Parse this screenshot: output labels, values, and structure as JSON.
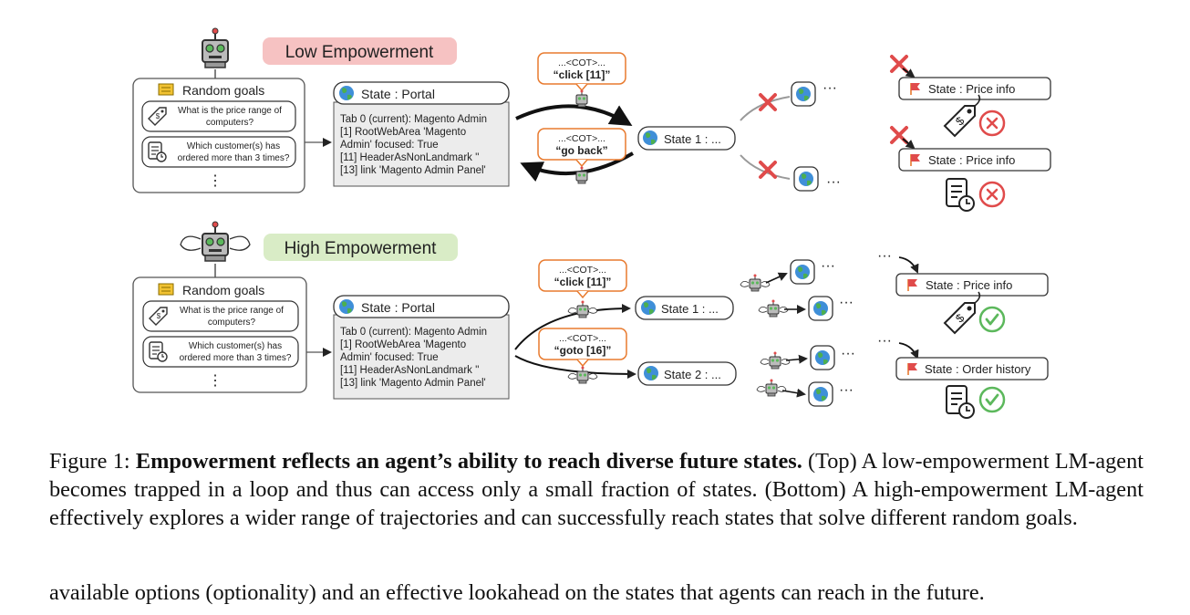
{
  "top": {
    "badge": "Low Empowerment",
    "goals_title": "Random goals",
    "goal1": [
      "What is the price range of",
      "computers?"
    ],
    "goal2": [
      "Which customer(s) has",
      "ordered more than 3 times?"
    ],
    "more": "⋮",
    "state_title": "State : Portal",
    "state_lines": [
      "Tab 0 (current): Magento Admin",
      "[1] RootWebArea 'Magento",
      "Admin' focused: True",
      "[11] HeaderAsNonLandmark ''",
      "[13] link 'Magento Admin Panel'"
    ],
    "cot1_top": "...<COT>...",
    "cot1_action": "“click [11]”",
    "cot2_top": "...<COT>...",
    "cot2_action": "“go back”",
    "state1": "State 1 : ...",
    "dots": "···",
    "target1": "State : Price info",
    "target2": "State : Price info"
  },
  "bottom": {
    "badge": "High Empowerment",
    "goals_title": "Random goals",
    "goal1": [
      "What is the price range of",
      "computers?"
    ],
    "goal2": [
      "Which customer(s) has",
      "ordered more than 3 times?"
    ],
    "more": "⋮",
    "state_title": "State : Portal",
    "state_lines": [
      "Tab 0 (current): Magento Admin",
      "[1] RootWebArea 'Magento",
      "Admin' focused: True",
      "[11] HeaderAsNonLandmark ''",
      "[13] link 'Magento Admin Panel'"
    ],
    "cot1_top": "...<COT>...",
    "cot1_action": "“click [11]”",
    "cot2_top": "...<COT>...",
    "cot2_action": "“goto [16]”",
    "state1": "State 1 : ...",
    "state2": "State 2 : ...",
    "dots": "···",
    "target1": "State : Price info",
    "target2": "State : Order history"
  },
  "caption": {
    "prefix": "Figure 1:",
    "bold": "Empowerment reflects an agent’s ability to reach diverse future states.",
    "rest": " (Top) A low-empowerment LM-agent becomes trapped in a loop and thus can access only a small fraction of states. (Bottom) A high-empowerment LM-agent effectively explores a wider range of trajectories and can successfully reach states that solve different random goals."
  },
  "next_line": "available options (optionality) and an effective lookahead on the states that agents can reach in the future.",
  "colors": {
    "low_badge": "#f6c2c2",
    "high_badge": "#d9ecc6",
    "cot_border": "#e87a2e",
    "red_x": "#e04b4b",
    "green_check": "#5cb85c",
    "state_fill": "#ececec"
  },
  "icons": [
    "robot-icon",
    "scroll-icon",
    "price-tag-icon",
    "document-clock-icon",
    "globe-icon",
    "flag-icon",
    "cross-icon",
    "check-icon",
    "x-mark-icon"
  ]
}
